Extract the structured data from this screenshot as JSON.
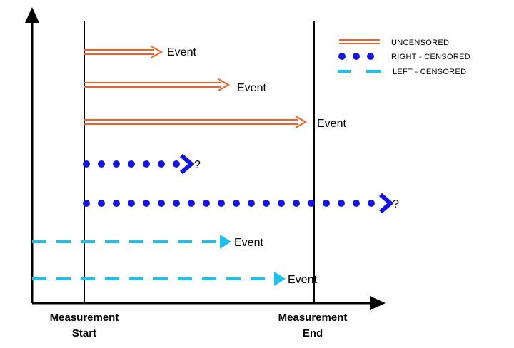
{
  "colors": {
    "uncensored": "#ff5a1f",
    "right_censored": "#1414e6",
    "left_censored": "#19c3f0",
    "axis": "#000000"
  },
  "legend": {
    "uncensored": "UNCENSORED",
    "right_censored": "RIGHT - CENSORED",
    "left_censored": "LEFT - CENSORED"
  },
  "axis": {
    "start_line1": "Measurement",
    "start_line2": "Start",
    "end_line1": "Measurement",
    "end_line2": "End"
  },
  "labels": {
    "event": "Event",
    "unknown": "?"
  },
  "records": [
    {
      "type": "uncensored",
      "label": "Event"
    },
    {
      "type": "uncensored",
      "label": "Event"
    },
    {
      "type": "uncensored",
      "label": "Event"
    },
    {
      "type": "right_censored",
      "label": "?"
    },
    {
      "type": "right_censored",
      "label": "?"
    },
    {
      "type": "left_censored",
      "label": "Event"
    },
    {
      "type": "left_censored",
      "label": "Event"
    }
  ]
}
